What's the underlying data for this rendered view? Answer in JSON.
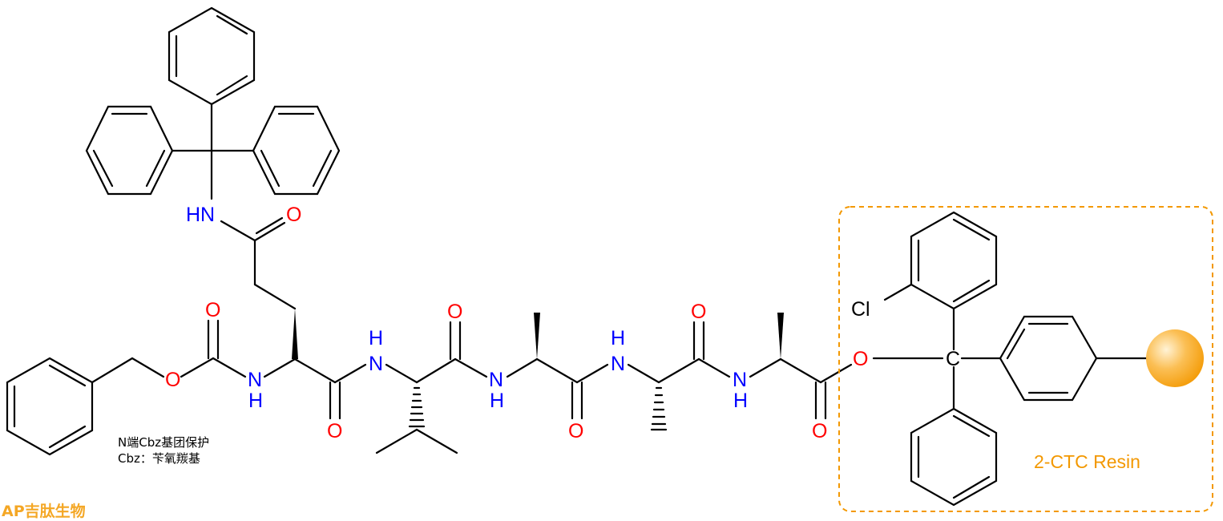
{
  "atoms": {
    "n_trityl": "HN",
    "o_gln_side": "O",
    "o_cbz_carbonyl": "O",
    "o_cbz_ester": "O",
    "n_gln": "N",
    "h_gln": "H",
    "o_gln_main": "O",
    "n_val": "N",
    "h_val": "H",
    "o_val": "O",
    "n_ala1": "N",
    "h_ala1": "H",
    "o_ala1": "O",
    "n_ala2": "N",
    "h_ala2": "H",
    "o_ala2": "O",
    "n_ala3": "N",
    "h_ala3": "H",
    "o_ala3": "O",
    "o_ester": "O",
    "cl": "Cl",
    "c_center": "C"
  },
  "notes": {
    "line1": "N端Cbz基团保护",
    "line2": "Cbz：苄氧羰基"
  },
  "resin": {
    "label": "2-CTC Resin",
    "color": "#f39800"
  },
  "watermark": "AP吉肽生物"
}
